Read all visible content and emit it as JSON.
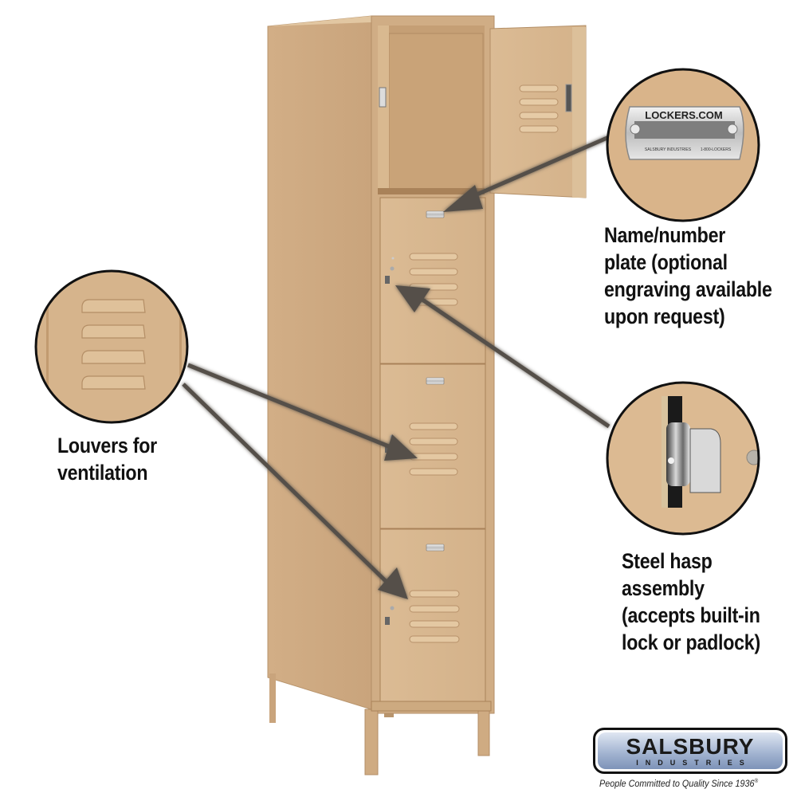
{
  "product": {
    "type": "Double tier... multi-tier metal locker (4 tiers)",
    "color_name": "Tan",
    "colors": {
      "locker_body": "#d6b48c",
      "locker_shadow": "#c4a078",
      "locker_dark": "#a8835c",
      "arrow": "#545049",
      "circle_border": "#111111",
      "background": "#ffffff"
    }
  },
  "callouts": {
    "name_plate": {
      "label_lines": [
        "Name/number",
        "plate (optional",
        "engraving available",
        "upon request)"
      ],
      "plate_brand": "LOCKERS.COM",
      "plate_footer_left": "SALSBURY INDUSTRIES",
      "plate_footer_right": "1-800-LOCKERS"
    },
    "louvers": {
      "label_lines": [
        "Louvers for",
        "ventilation"
      ]
    },
    "hasp": {
      "label_lines": [
        "Steel hasp",
        "assembly",
        "(accepts built-in",
        "lock or padlock)"
      ]
    }
  },
  "brand": {
    "logo_main": "SALSBURY",
    "logo_sub": "INDUSTRIES",
    "tagline": "People Committed to Quality Since 1936",
    "tagline_mark": "®"
  }
}
